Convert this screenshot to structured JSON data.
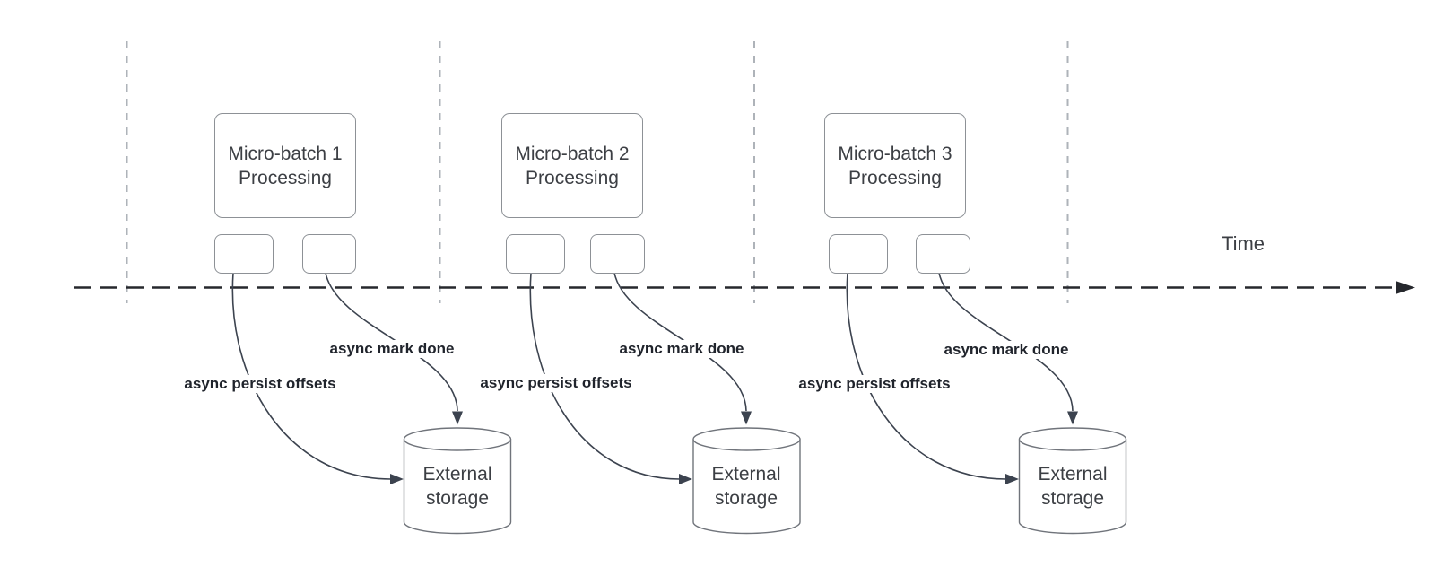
{
  "diagram": {
    "time_label": "Time",
    "batches": [
      {
        "title_line1": "Micro-batch 1",
        "title_line2": "Processing",
        "persist_label": "async persist offsets",
        "done_label": "async mark done",
        "storage_line1": "External",
        "storage_line2": "storage"
      },
      {
        "title_line1": "Micro-batch 2",
        "title_line2": "Processing",
        "persist_label": "async persist offsets",
        "done_label": "async mark done",
        "storage_line1": "External",
        "storage_line2": "storage"
      },
      {
        "title_line1": "Micro-batch 3",
        "title_line2": "Processing",
        "persist_label": "async persist offsets",
        "done_label": "async mark done",
        "storage_line1": "External",
        "storage_line2": "storage"
      }
    ]
  },
  "colors": {
    "edge": "#3c434f",
    "box_border": "#8d9196",
    "cylinder_border": "#70747b",
    "text": "#3c3f44",
    "label_text": "#20242c",
    "vline": "#aeb3b9",
    "timeline": "#26282d"
  }
}
